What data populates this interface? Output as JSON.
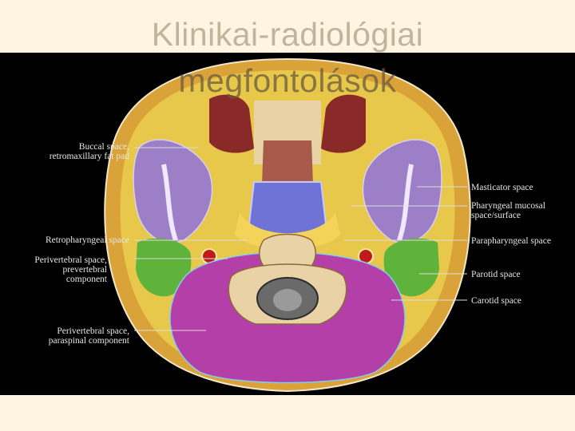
{
  "slide": {
    "title_line1": "Klinikai-radiológiai",
    "title_line2": "megfontolások"
  },
  "figure": {
    "left_labels": [
      {
        "line1": "Buccal space,",
        "line2": "retromaxillary fat pad"
      },
      {
        "line1": "Retropharyngeal space",
        "line2": ""
      },
      {
        "line1": "Perivertebral space,",
        "line2": "prevertebral",
        "line3": "component"
      },
      {
        "line1": "Perivertebral space,",
        "line2": "paraspinal component"
      }
    ],
    "right_labels": [
      {
        "line1": "Masticator space",
        "line2": ""
      },
      {
        "line1": "Pharyngeal mucosal",
        "line2": "space/surface"
      },
      {
        "line1": "Parapharyngeal space",
        "line2": ""
      },
      {
        "line1": "Parotid space",
        "line2": ""
      },
      {
        "line1": "Carotid space",
        "line2": ""
      }
    ]
  },
  "colors": {
    "background": "#fdf5e2",
    "title": "#c0b49a",
    "skin": "#d9a33a",
    "fat": "#e8c84a",
    "masticator": "#9c7fc6",
    "parotid": "#5fb33a",
    "pharynx": "#6f72d6",
    "perivertebral": "#b53fa8",
    "nasal": "#8a2a28",
    "bone": "#e9d2a6"
  }
}
